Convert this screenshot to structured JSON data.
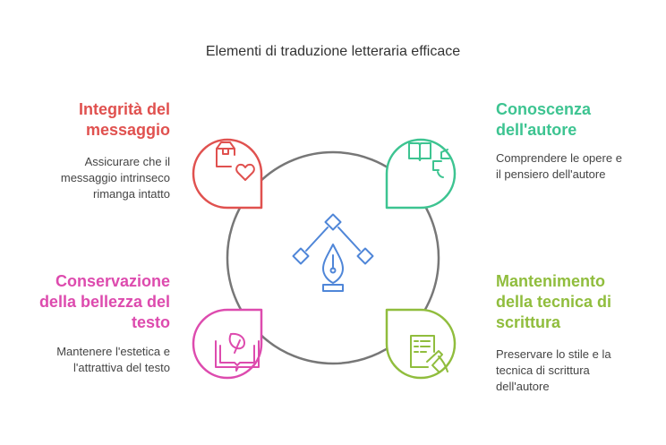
{
  "title": "Elementi di traduzione letteraria efficace",
  "colors": {
    "red": "#e0514f",
    "teal": "#3dc491",
    "pink": "#dd4bae",
    "green": "#90bd3d",
    "center_icon": "#4f86d8",
    "ring": "#777777"
  },
  "items": [
    {
      "heading_lines": [
        "Integrità del",
        "messaggio"
      ],
      "desc_lines": [
        "Assicurare che il",
        "messaggio intrinseco",
        "rimanga intatto"
      ],
      "icon": "box-heart-icon"
    },
    {
      "heading_lines": [
        "Conoscenza",
        "dell'autore"
      ],
      "desc_lines": [
        "Comprendere le opere e",
        "il pensiero dell'autore"
      ],
      "icon": "book-head-icon"
    },
    {
      "heading_lines": [
        "Conservazione",
        "della bellezza del",
        "testo"
      ],
      "desc_lines": [
        "Mantenere l'estetica e",
        "l'attrattiva del testo"
      ],
      "icon": "open-book-leaf-icon"
    },
    {
      "heading_lines": [
        "Mantenimento",
        "della tecnica di",
        "scrittura"
      ],
      "desc_lines": [
        "Preservare lo stile e la",
        "tecnica di scrittura",
        "dell'autore"
      ],
      "icon": "writing-hand-icon"
    }
  ],
  "center_icon": "pen-nib-anchor-icon"
}
